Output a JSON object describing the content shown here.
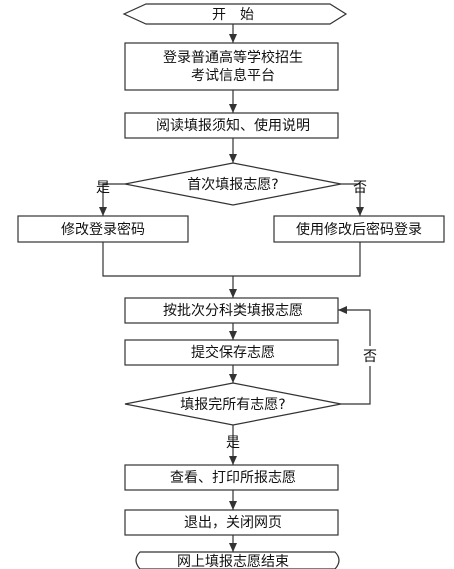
{
  "flowchart": {
    "start_label": "开　始",
    "login_line1": "登录普通高等学校招生",
    "login_line2": "考试信息平台",
    "read_label": "阅读填报须知、使用说明",
    "first_time_question": "首次填报志愿?",
    "yes_left_label": "是",
    "no_right_label": "否",
    "modify_password_label": "修改登录密码",
    "login_with_new_password_label": "使用修改后密码登录",
    "fill_by_batch_label": "按批次分科类填报志愿",
    "submit_save_label": "提交保存志愿",
    "loop_no_label": "否",
    "all_done_question": "填报完所有志愿?",
    "yes_bottom_label": "是",
    "view_print_label": "查看、打印所报志愿",
    "exit_label": "退出，关闭网页",
    "end_label": "网上填报志愿结束"
  },
  "colors": {
    "stroke": "#333333",
    "box_fill": "#ffffff",
    "text": "#111111",
    "background": "#ffffff"
  }
}
